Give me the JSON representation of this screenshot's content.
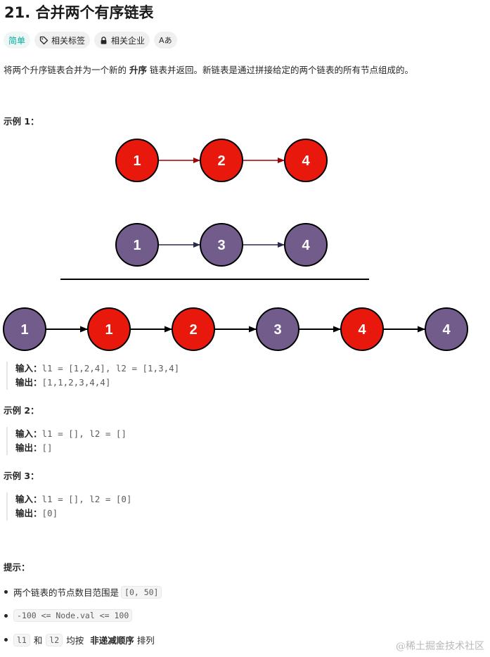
{
  "problem": {
    "title": "21. 合并两个有序链表",
    "tags": {
      "difficulty": "简单",
      "related_tags": "相关标签",
      "related_companies": "相关企业",
      "translate": "Aあ"
    },
    "description": {
      "part1": "将两个升序链表合并为一个新的 ",
      "bold": "升序",
      "part2": " 链表并返回。新链表是通过拼接给定的两个链表的所有节点组成的。"
    }
  },
  "example1": {
    "heading": "示例 1：",
    "input_label": "输入：",
    "input_value": "l1 = [1,2,4], l2 = [1,3,4]",
    "output_label": "输出：",
    "output_value": "[1,1,2,3,4,4]"
  },
  "diagram": {
    "colors": {
      "red": "#e8190c",
      "purple": "#725c8c",
      "red_arrow": "#a00000",
      "purple_arrow": "#2c2850",
      "black": "#000000"
    },
    "list1": [
      "1",
      "2",
      "4"
    ],
    "list2": [
      "1",
      "3",
      "4"
    ],
    "merged": [
      {
        "label": "1",
        "color": "purple"
      },
      {
        "label": "1",
        "color": "red"
      },
      {
        "label": "2",
        "color": "red"
      },
      {
        "label": "3",
        "color": "purple"
      },
      {
        "label": "4",
        "color": "red"
      },
      {
        "label": "4",
        "color": "purple"
      }
    ]
  },
  "example2": {
    "heading": "示例 2：",
    "input_label": "输入：",
    "input_value": "l1 = [], l2 = []",
    "output_label": "输出：",
    "output_value": "[]"
  },
  "example3": {
    "heading": "示例 3：",
    "input_label": "输入：",
    "input_value": "l1 = [], l2 = [0]",
    "output_label": "输出：",
    "output_value": "[0]"
  },
  "hints": {
    "heading": "提示：",
    "h1_text": "两个链表的节点数目范围是",
    "h1_code": "[0, 50]",
    "h2_code": "-100 <= Node.val <= 100",
    "h3_code1": "l1",
    "h3_and": "和",
    "h3_code2": "l2",
    "h3_text1": "均按",
    "h3_bold": "非递减顺序",
    "h3_text2": "排列"
  },
  "watermark": "@稀土掘金技术社区"
}
